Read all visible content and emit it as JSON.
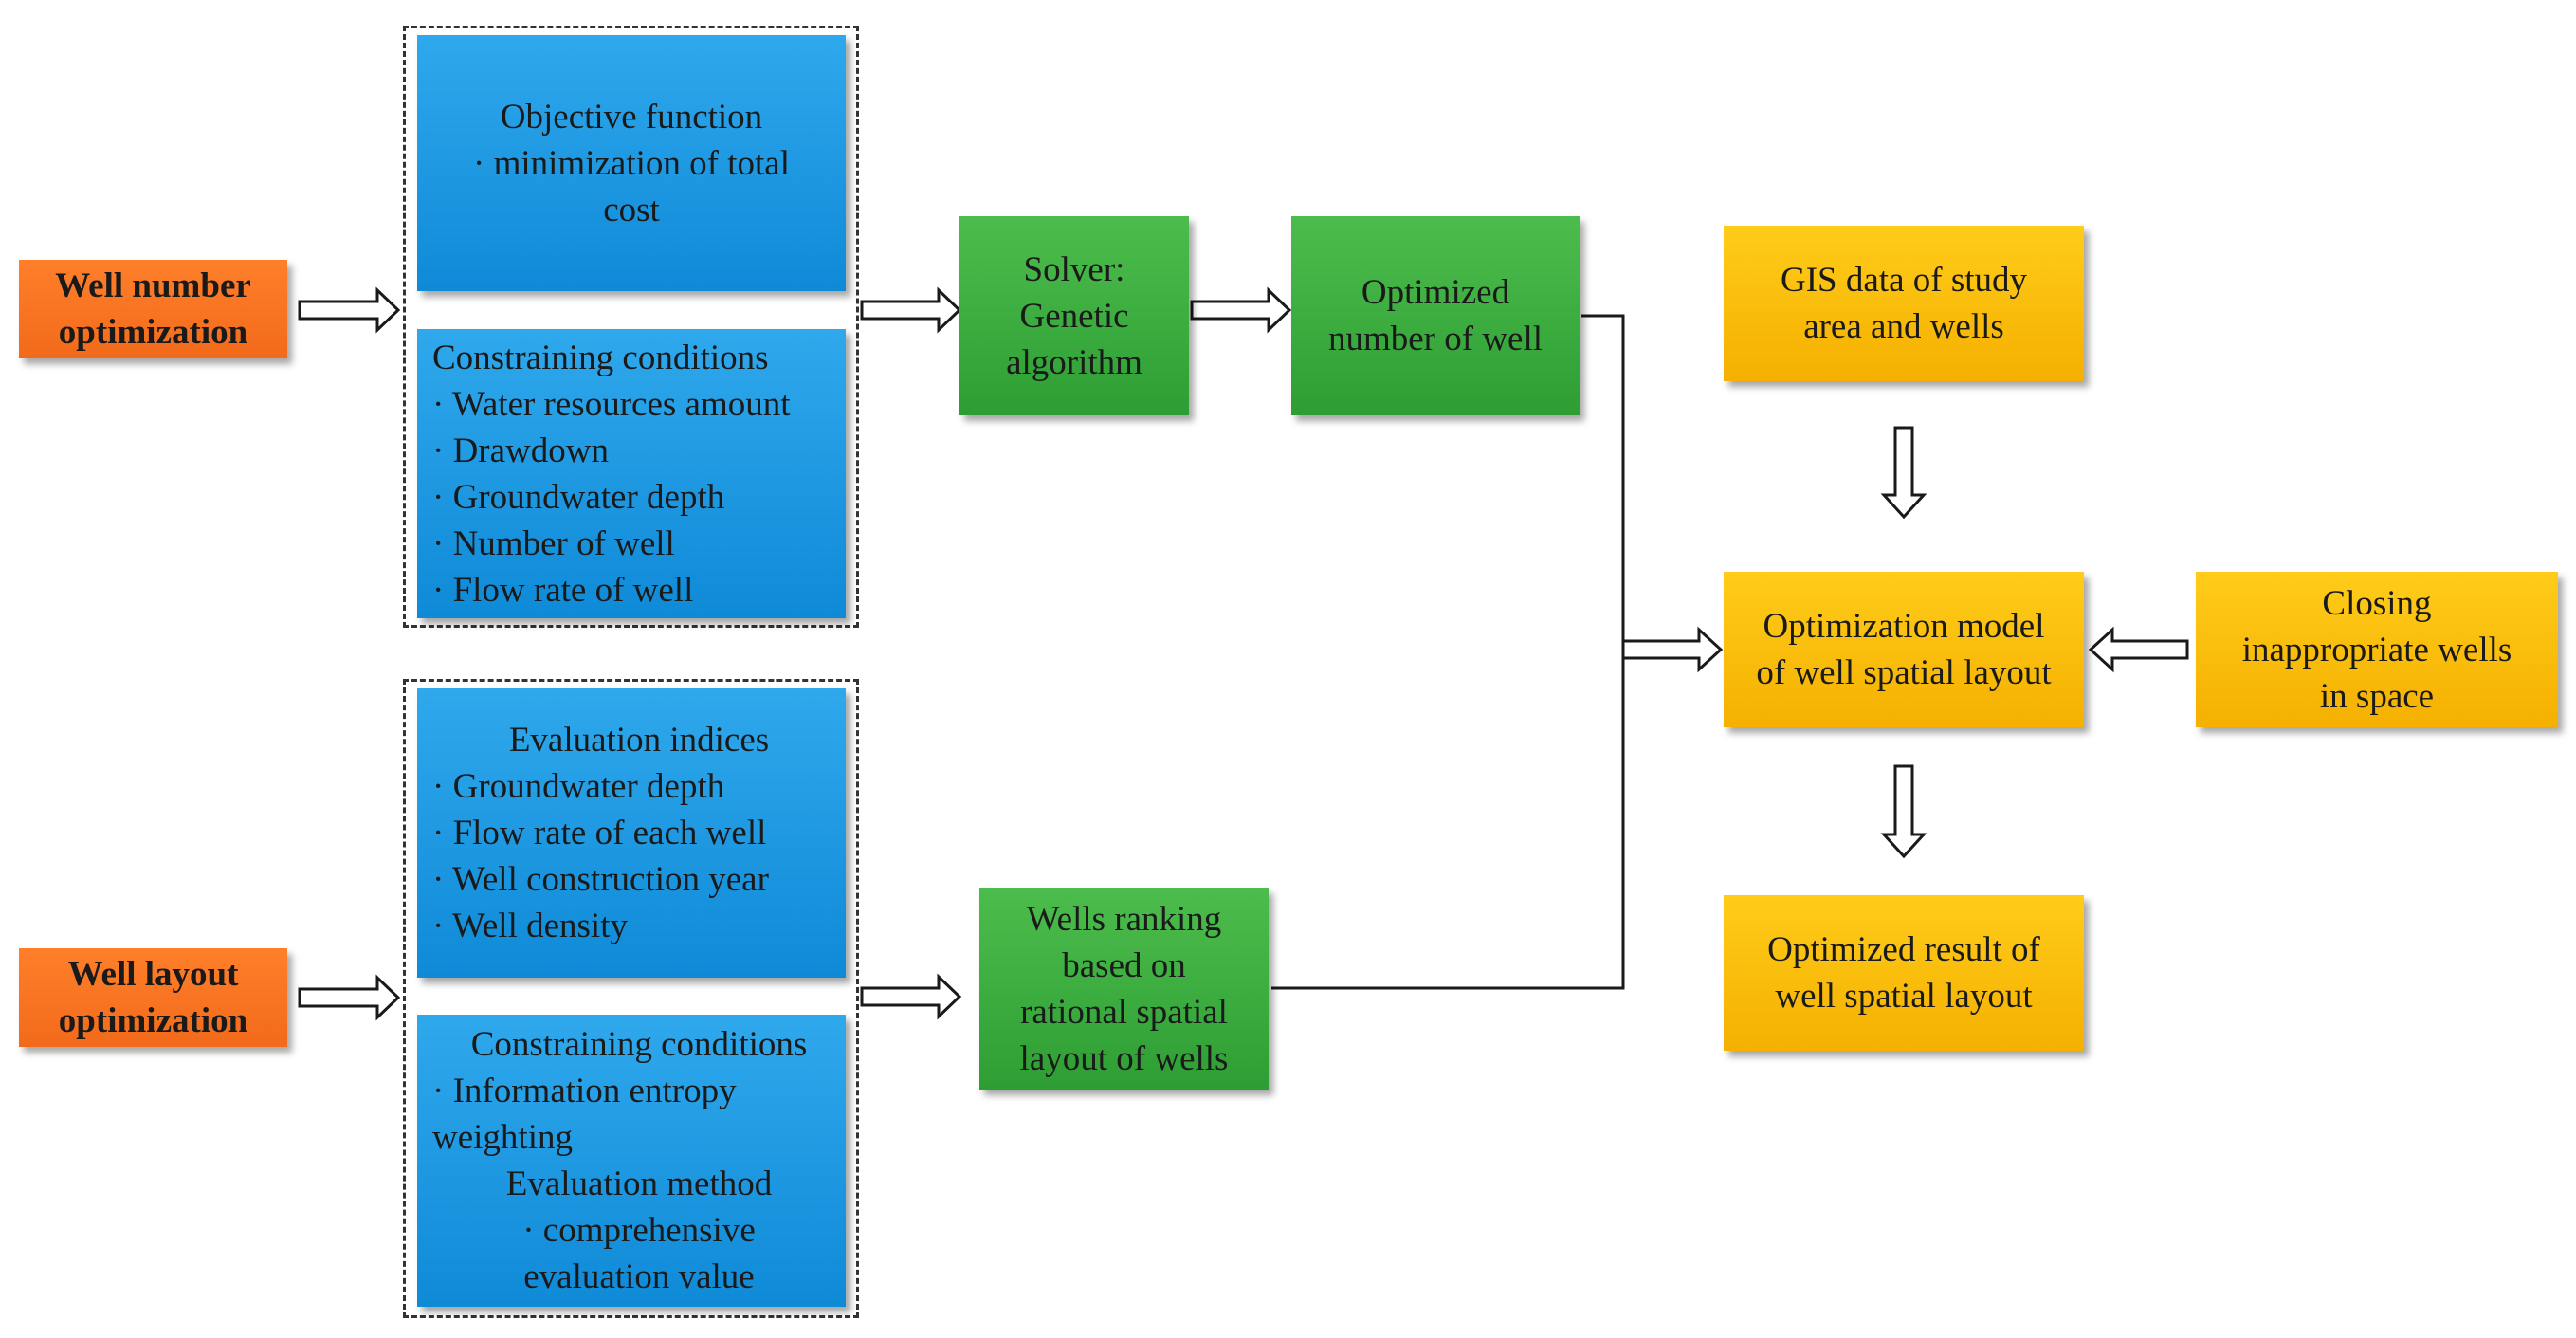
{
  "inputs": {
    "well_number": [
      "Well number",
      "optimization"
    ],
    "well_layout": [
      "Well layout",
      "optimization"
    ]
  },
  "upper_group": {
    "objective": [
      "Objective function",
      "· minimization of total",
      "cost"
    ],
    "constraints": [
      "Constraining conditions",
      "· Water resources amount",
      "· Drawdown",
      "· Groundwater depth",
      "· Number of well",
      "· Flow rate of well"
    ]
  },
  "lower_group": {
    "evaluation": [
      "Evaluation indices",
      "· Groundwater depth",
      "· Flow rate of each well",
      "· Well construction year",
      "· Well density"
    ],
    "constraints": [
      "Constraining conditions",
      "· Information entropy",
      "weighting",
      "Evaluation method",
      "· comprehensive",
      "evaluation value"
    ]
  },
  "process": {
    "solver": [
      "Solver:",
      "Genetic",
      "algorithm"
    ],
    "optimized_number": [
      "Optimized",
      "number of well"
    ],
    "ranking": [
      "Wells ranking",
      "based on",
      "rational spatial",
      "layout of wells"
    ]
  },
  "spatial": {
    "gis": [
      "GIS data of study",
      "area and wells"
    ],
    "model": [
      "Optimization model",
      "of well spatial layout"
    ],
    "closing": [
      "Closing",
      "inappropriate wells",
      "in space"
    ],
    "result": [
      "Optimized result of",
      "well spatial layout"
    ]
  },
  "colors": {
    "orange": "#f26a1b",
    "blue": "#1a96dd",
    "green": "#38a83c",
    "gold": "#fcbe0a",
    "connector": "#1a1a1a"
  }
}
